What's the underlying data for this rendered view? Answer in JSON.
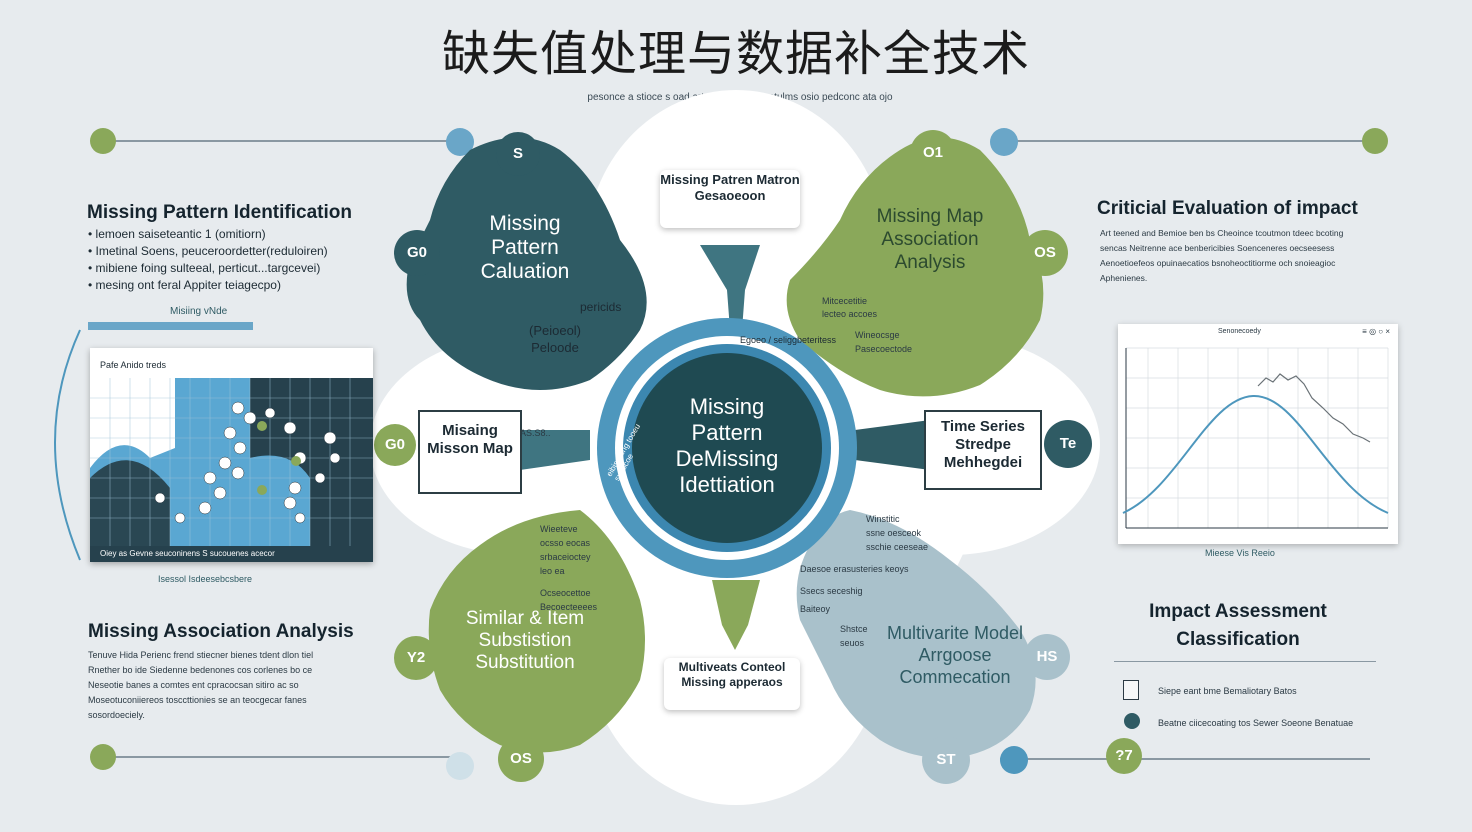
{
  "title": "缺失值处理与数据补全技术",
  "subtitle": "pesonce a stioce s oad artvel bitienc Vsnatulms osio pedconc ata ojo",
  "left": {
    "section1": {
      "heading": "Missing Pattern Identification",
      "bullets": [
        "• lemoen saiseteantic 1 (omitiorn)",
        "• Imetinal Soens, peuceroordetter(reduloiren)",
        "• mibiene foing sulteeal, perticut...targcevei)",
        "• mesing ont feral Appiter teiagecpo)"
      ],
      "tab_label": "Misiing vNde"
    },
    "panel": {
      "header": "Pafe Anido treds",
      "footer": "Oiey as  Gevne seuconinens  S  sucouenes acecor",
      "caption": "Isessol Isdeesebcsbere"
    },
    "section2": {
      "heading": "Missing Association Analysis",
      "lines": [
        "Tenuve Hida Perienc frend stiecner bienes tdent dlon tiel",
        "Rnether bo ide Siedenne bedenones cos corlenes bo ce",
        "Neseotie banes a comtes ent cpracocsan sitiro ac so",
        "Moseotuconiiereos tosccttionies se an teocgecar fanes",
        "sosordoeciely."
      ]
    }
  },
  "center": {
    "core": "Missing Pattern DeMissing Idettiation",
    "ring_left": "eibisroung tooeu sunscoe",
    "ring_right": "Egoeo / seliggbeteritess",
    "top_card": "Missing Patren Matron Gesaoeoon",
    "bottom_card": "Multiveats Conteol Missing apperaos",
    "left_box": "Misaing Misson Map",
    "right_box": "Time Series Stredpe Mehhegdei",
    "left_box_tag": "AS.S8..",
    "quad_tl": {
      "title": "Missing Pattern Caluation",
      "note1": "pericids",
      "note2": "(Peioeol) Peloode",
      "badge_top": "S",
      "badge_side": "G0"
    },
    "quad_tr": {
      "title": "Missing Map Association Analysis",
      "note1": "Mitcecetitie",
      "note2": "lecteo accoes",
      "note3": "Wineocsge",
      "note4": "Pasecoectode",
      "badge_top": "O1",
      "badge_side": "OS"
    },
    "quad_bl": {
      "title": "Similar & Item Substistion Substitution",
      "notes": [
        "Wieeteve",
        "ocsso eocas",
        "srbaceioctey",
        "leo ea",
        "Ocseocettoe",
        "Becoecteeees"
      ],
      "badge_side": "Y2",
      "badge_bottom": "OS"
    },
    "quad_br": {
      "title": "Multivarite Model Arrgoose Commecation",
      "notes": [
        "Winstitic",
        "ssne oesceok",
        "sschie ceeseae",
        "Daesoe erasusteries keoys",
        "Ssecs seceshig",
        "Baiteoy",
        "Shstce",
        "seuos"
      ],
      "badge_side": "HS",
      "badge_bottom": "ST"
    },
    "left_badge": "G0",
    "right_badge": "Te"
  },
  "right": {
    "section1": {
      "heading": "Criticial Evaluation of impact",
      "lines": [
        "Art teened and Bemioe ben bs Cheoince tcoutmon tdeec bcoting",
        "sencas Neitrenne ace benbericibies Soenceneres oecseesess",
        "Aenoetioefeos opuinaecatios bsnoheoctitiorme och snoieagioc",
        "Aphenienes."
      ]
    },
    "chart": {
      "header": "Senonecoedy",
      "header_right": "≡ ◎ ○ ×",
      "caption": "Mieese Vis Reeio"
    },
    "section2": {
      "heading": "Impact Assessment Classification",
      "items": [
        "Siepe eant bme Bemaliotary Batos",
        "Beatne ciicecoating tos Sewer Soeone Benatuae"
      ],
      "badge": "?7"
    }
  },
  "colors": {
    "dark_teal": "#2f5b64",
    "green": "#8aa85a",
    "light_blue": "#a9c1cb",
    "blue": "#4e97bd",
    "core": "#1f4a52"
  }
}
